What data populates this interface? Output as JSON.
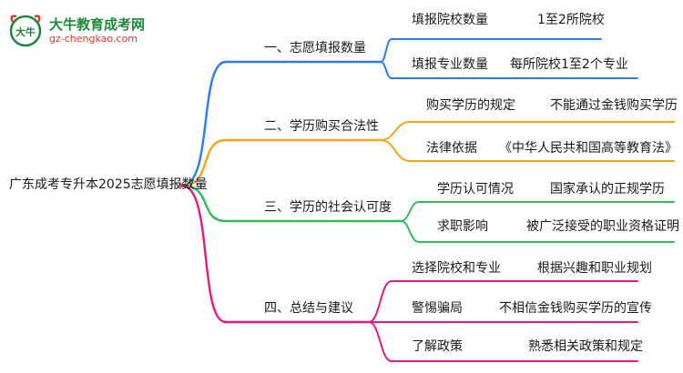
{
  "logo": {
    "title": "大牛教育成考网",
    "url": "gz-chengkao.com",
    "mark_text": "大牛"
  },
  "root": "广东成考专升本2025志愿填报数量",
  "colors": {
    "blue": "#2b7de9",
    "orange": "#f2a516",
    "green": "#2ebd59",
    "magenta": "#e8197d"
  },
  "branches": [
    {
      "label": "一、志愿填报数量",
      "color": "blue",
      "children": [
        {
          "label": "填报院校数量",
          "value": "1至2所院校"
        },
        {
          "label": "填报专业数量",
          "value": "每所院校1至2个专业"
        }
      ]
    },
    {
      "label": "二、学历购买合法性",
      "color": "orange",
      "children": [
        {
          "label": "购买学历的规定",
          "value": "不能通过金钱购买学历"
        },
        {
          "label": "法律依据",
          "value": "《中华人民共和国高等教育法》"
        }
      ]
    },
    {
      "label": "三、学历的社会认可度",
      "color": "green",
      "children": [
        {
          "label": "学历认可情况",
          "value": "国家承认的正规学历"
        },
        {
          "label": "求职影响",
          "value": "被广泛接受的职业资格证明"
        }
      ]
    },
    {
      "label": "四、总结与建议",
      "color": "magenta",
      "children": [
        {
          "label": "选择院校和专业",
          "value": "根据兴趣和职业规划"
        },
        {
          "label": "警惕骗局",
          "value": "不相信金钱购买学历的宣传"
        },
        {
          "label": "了解政策",
          "value": "熟悉相关政策和规定"
        }
      ]
    }
  ]
}
